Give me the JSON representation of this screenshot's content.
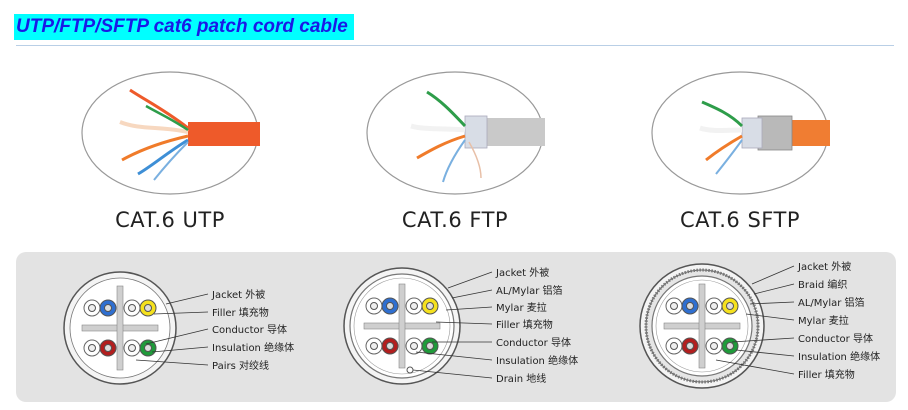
{
  "page": {
    "title": "UTP/FTP/SFTP cat6 patch cord cable"
  },
  "photos": [
    {
      "caption": "CAT.6 UTP"
    },
    {
      "caption": "CAT.6 FTP"
    },
    {
      "caption": "CAT.6 SFTP"
    }
  ],
  "cross_sections": [
    {
      "labels": [
        "Jacket 外被",
        "Filler  填充物",
        "Conductor 导体",
        "Insulation 绝缘体",
        "Pairs 对绞线"
      ]
    },
    {
      "labels": [
        "Jacket 外被",
        "AL/Mylar 铝箔",
        "Mylar 麦拉",
        "Filler  填充物",
        "Conductor 导体",
        "Insulation 绝缘体",
        "Drain 地线"
      ]
    },
    {
      "labels": [
        "Jacket 外被",
        "Braid 编织",
        "AL/Mylar 铝箔",
        "Mylar 麦拉",
        "Conductor 导体",
        "Insulation 绝缘体",
        "Filler  填充物"
      ]
    }
  ],
  "colors": {
    "title_bg": "#00ffff",
    "title_text": "#1a1ae6",
    "panel_bg": "#e3e3e3",
    "utp_jacket": "#ee5a2a",
    "ftp_jacket": "#c9c9c9",
    "sftp_jacket": "#f07d32",
    "pair_blue": "#2f6fd0",
    "pair_yellow": "#f5e11e",
    "pair_red": "#b21e1e",
    "pair_green": "#1f9a3a"
  }
}
